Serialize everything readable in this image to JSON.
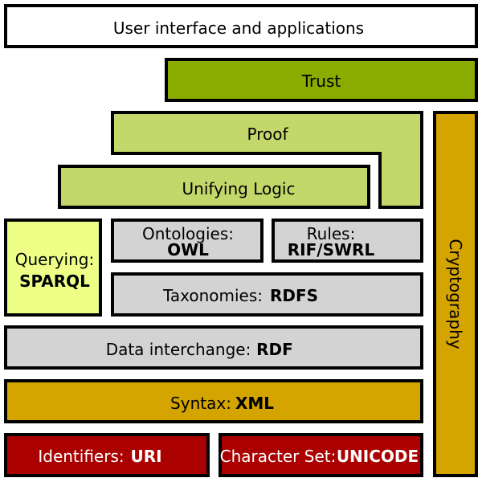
{
  "layers": {
    "user_interface": {
      "label": "User interface and applications"
    },
    "trust": {
      "label": "Trust"
    },
    "proof": {
      "label": "Proof"
    },
    "unifying_logic": {
      "label": "Unifying Logic"
    },
    "querying": {
      "label": "Querying:",
      "tech": "SPARQL"
    },
    "ontologies": {
      "label": "Ontologies:",
      "tech": "OWL"
    },
    "rules": {
      "label": "Rules:",
      "tech": "RIF/SWRL"
    },
    "taxonomies": {
      "label": "Taxonomies:",
      "tech": "RDFS"
    },
    "data_interchange": {
      "label": "Data interchange:",
      "tech": "RDF"
    },
    "syntax": {
      "label": "Syntax:",
      "tech": "XML"
    },
    "identifiers": {
      "label": "Identifiers:",
      "tech": "URI"
    },
    "character_set": {
      "label": "Character Set:",
      "tech": "UNICODE"
    },
    "cryptography": {
      "label": "Cryptography"
    }
  },
  "colors": {
    "white": "#ffffff",
    "trust": "#8aab00",
    "light_green": "#c3d76b",
    "pale_yellow": "#eeff88",
    "gray": "#d3d3d3",
    "mustard": "#d4a400",
    "dark_red": "#aa0000",
    "border": "#000000"
  }
}
